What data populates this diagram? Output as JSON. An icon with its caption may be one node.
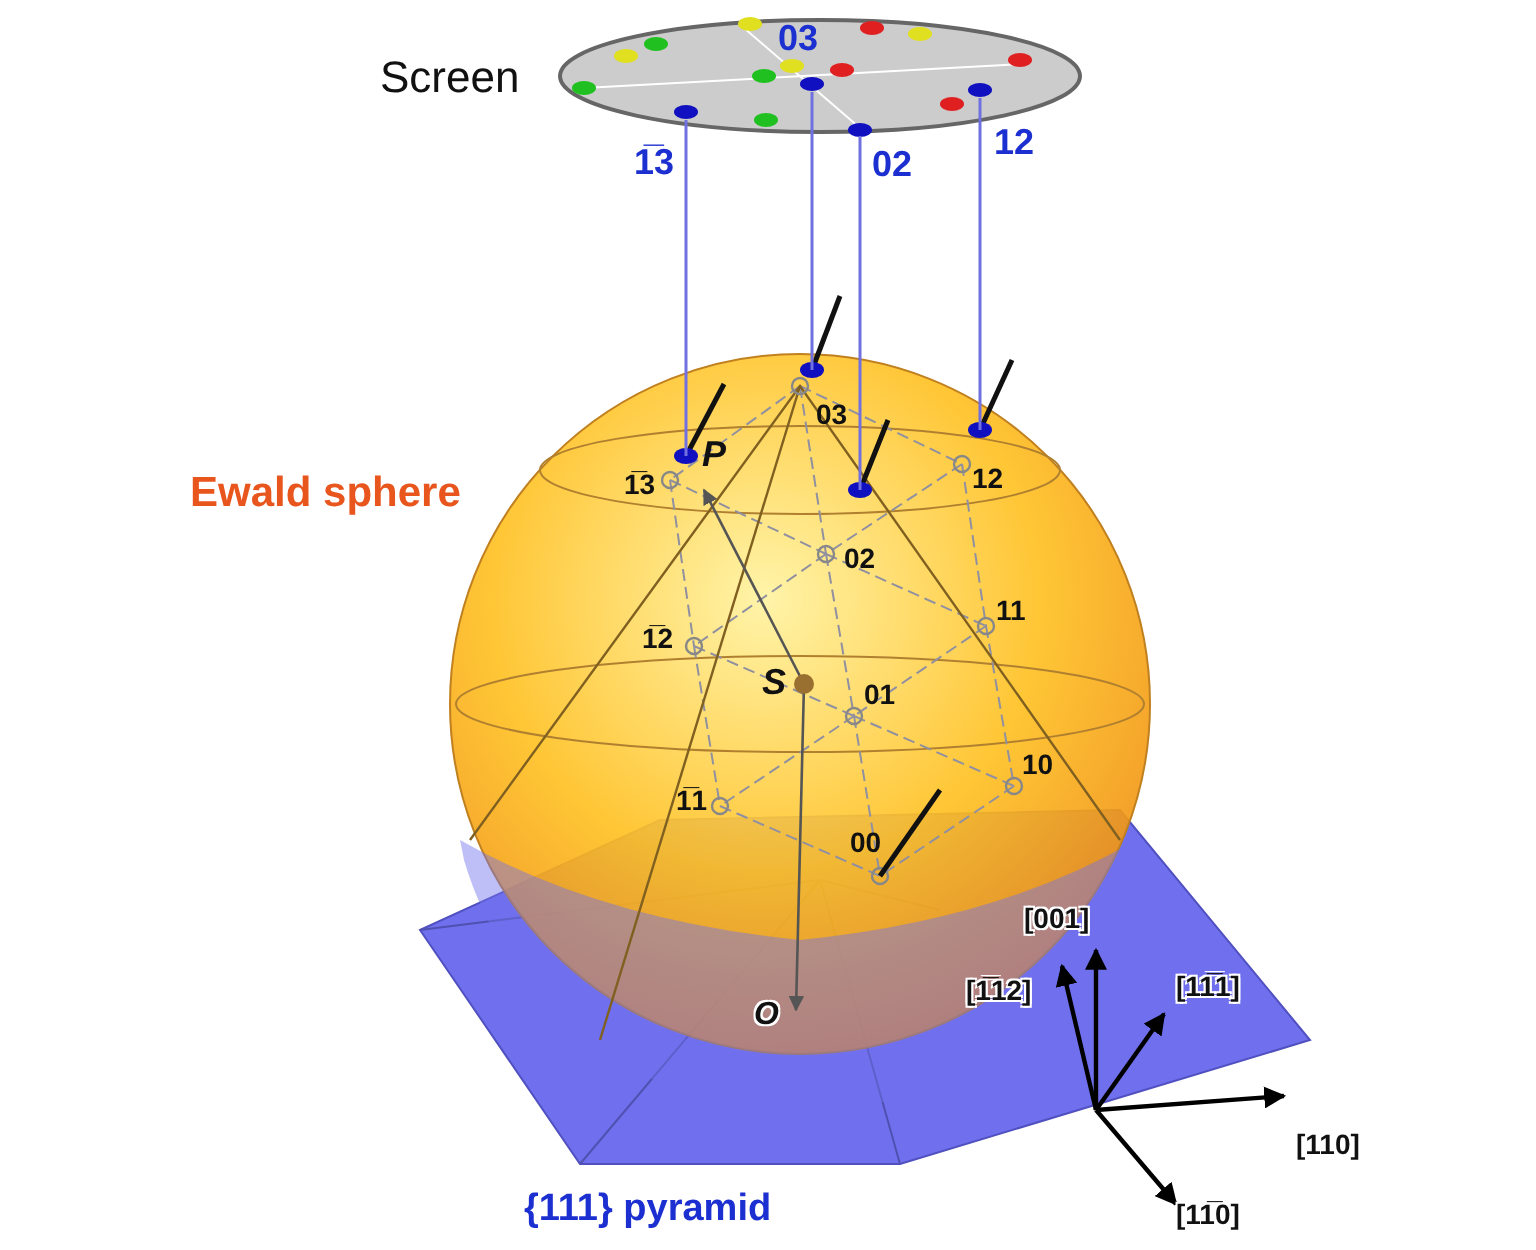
{
  "diagram": {
    "labels": [
      "Screen",
      "03",
      "1̅3",
      "02",
      "12",
      "03",
      "P",
      "1̅3",
      "12",
      "Ewald sphere",
      "02",
      "1̅2",
      "11",
      "S",
      "01",
      "10",
      "1̅1",
      "00",
      "[001]",
      "O",
      "[1̅12]",
      "[11̅1]",
      "[110]",
      "{111} pyramid",
      "[11̅0]"
    ]
  }
}
